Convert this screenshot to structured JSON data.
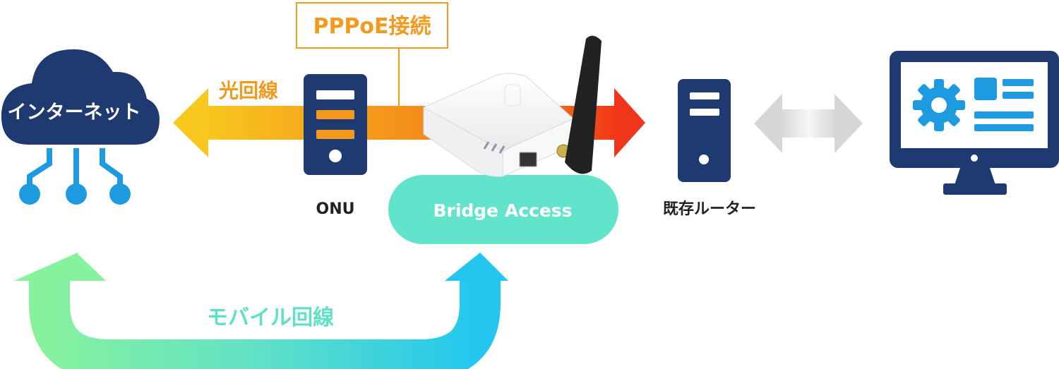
{
  "nodes": {
    "internet": {
      "label": "インターネット"
    },
    "onu": {
      "label": "ONU"
    },
    "device": {
      "label": "Bridge Access"
    },
    "router": {
      "label": "既存ルーター"
    },
    "pc": {
      "label": ""
    }
  },
  "edges": {
    "pppoe": {
      "label": "PPPoE接続"
    },
    "fiber": {
      "label": "光回線"
    },
    "mobile": {
      "label": "モバイル回線"
    }
  },
  "colors": {
    "navy": "#1f3a70",
    "accent_blue": "#1e9be0",
    "orange": "#f39a1e",
    "teal_pill": "#62e3cc",
    "mobile_text": "#5fe0c8"
  },
  "icons": {
    "internet": "cloud-network-icon",
    "onu": "server-tower-icon",
    "router": "server-tower-icon",
    "pc": "monitor-settings-icon",
    "device": "wireless-router-device"
  }
}
